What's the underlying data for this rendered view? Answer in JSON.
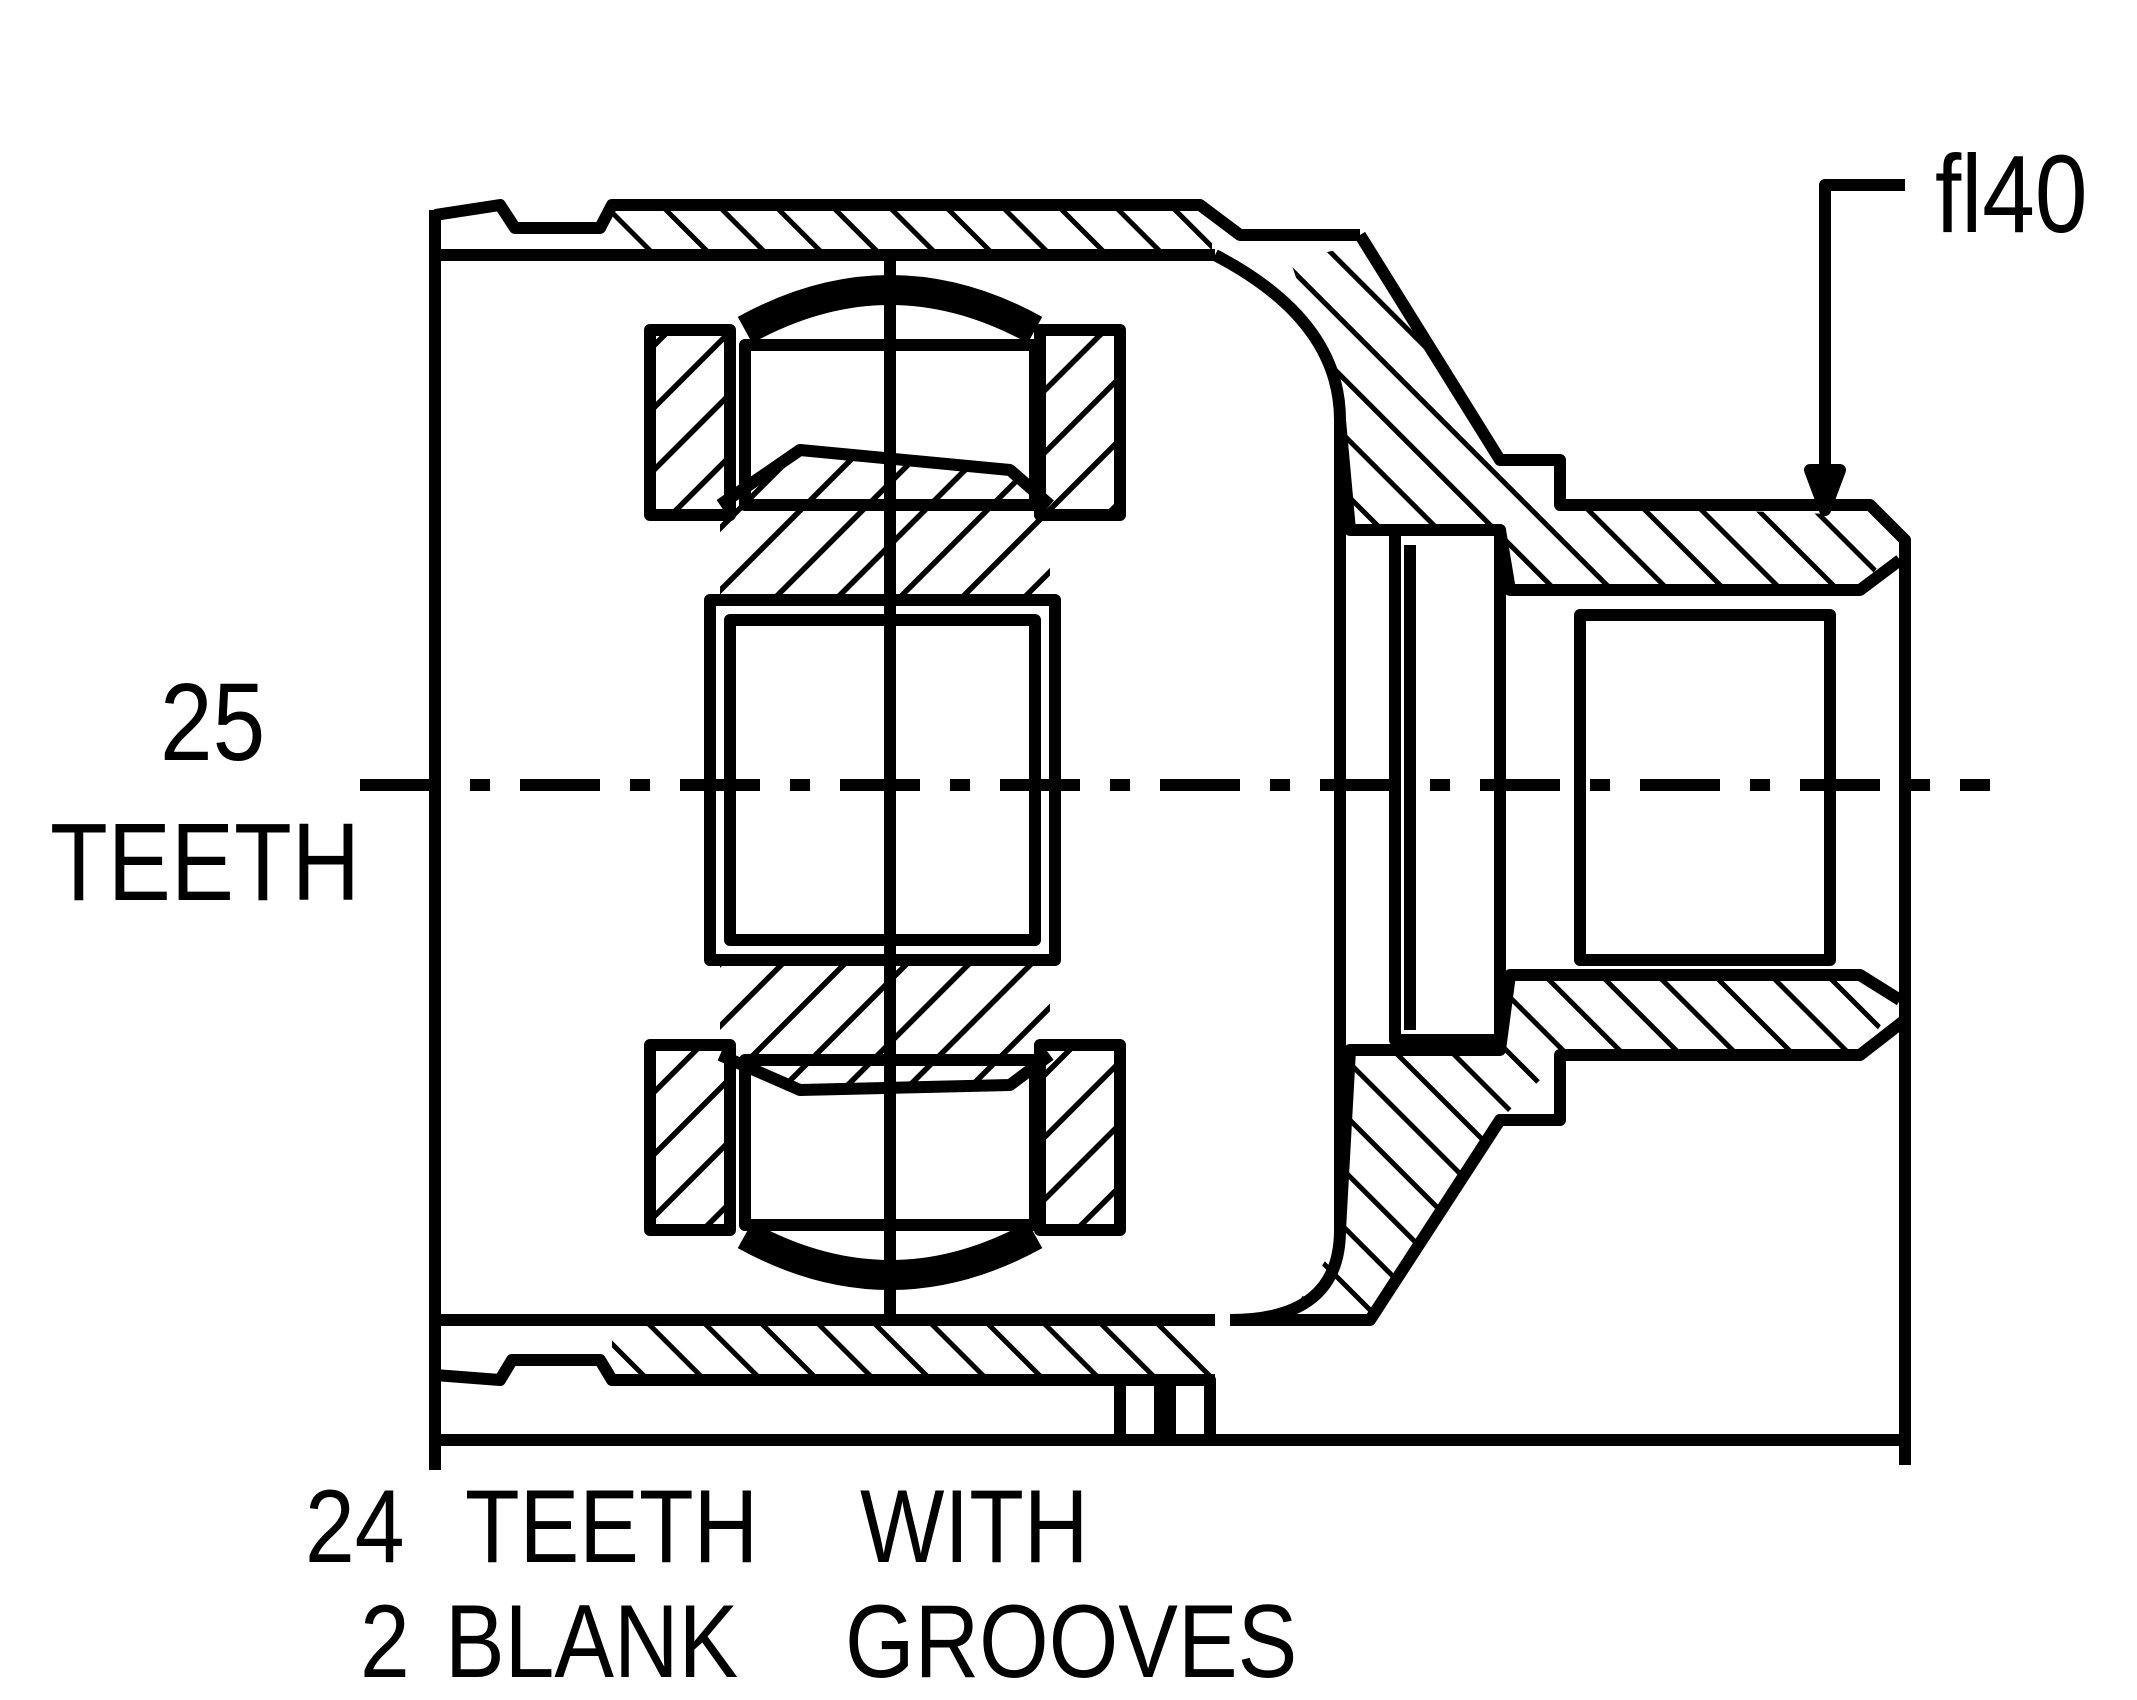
{
  "labels": {
    "diameter": "fl40",
    "left_count": "25",
    "left_unit": "TEETH",
    "bottom_count": "24",
    "bottom_unit": "TEETH",
    "bottom_with": "WITH",
    "blank_count": "2",
    "blank_word": "BLANK",
    "grooves_word": "GROOVES"
  },
  "colors": {
    "ink": "#000000",
    "paper": "#ffffff"
  }
}
